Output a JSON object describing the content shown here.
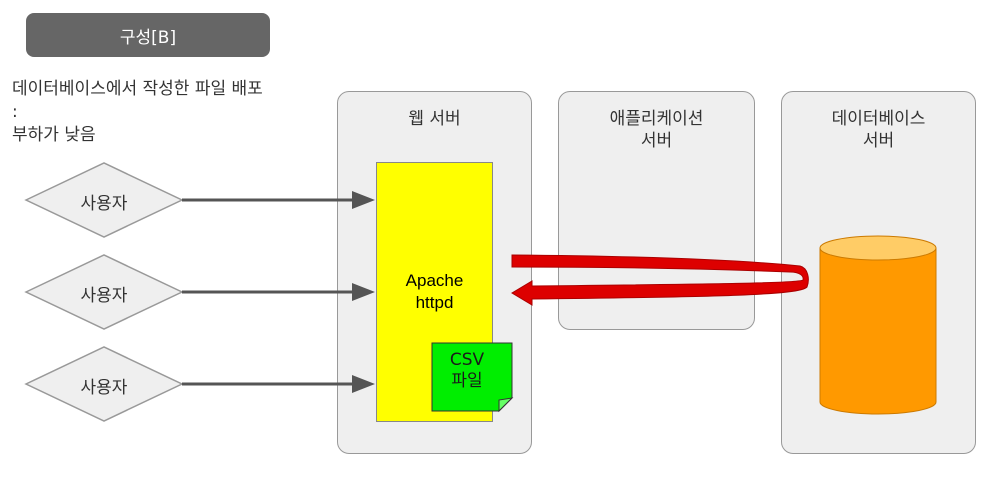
{
  "title": "구성[B]",
  "description": {
    "line1": "데이터베이스에서 작성한 파일 배포",
    "line2": ":",
    "line3": "부하가 낮음"
  },
  "users": [
    {
      "label": "사용자"
    },
    {
      "label": "사용자"
    },
    {
      "label": "사용자"
    }
  ],
  "servers": {
    "web": {
      "title": "웹 서버"
    },
    "app": {
      "title_line1": "애플리케이션",
      "title_line2": "서버"
    },
    "db": {
      "title_line1": "데이터베이스",
      "title_line2": "서버"
    }
  },
  "apache": {
    "line1": "Apache",
    "line2": "httpd"
  },
  "csv_file": {
    "line1": "CSV",
    "line2": "파일"
  },
  "colors": {
    "title_bg": "#666666",
    "server_bg": "#efefef",
    "apache": "#ffff00",
    "csv": "#00ee00",
    "database": "#ff9900",
    "database_top": "#ffcc66",
    "arrow_red": "#dd0000",
    "arrow_gray": "#555555"
  },
  "icons": {
    "user_shape": "diamond",
    "database": "cylinder",
    "csv": "folded-document",
    "flow": "red-loop-arrow"
  }
}
